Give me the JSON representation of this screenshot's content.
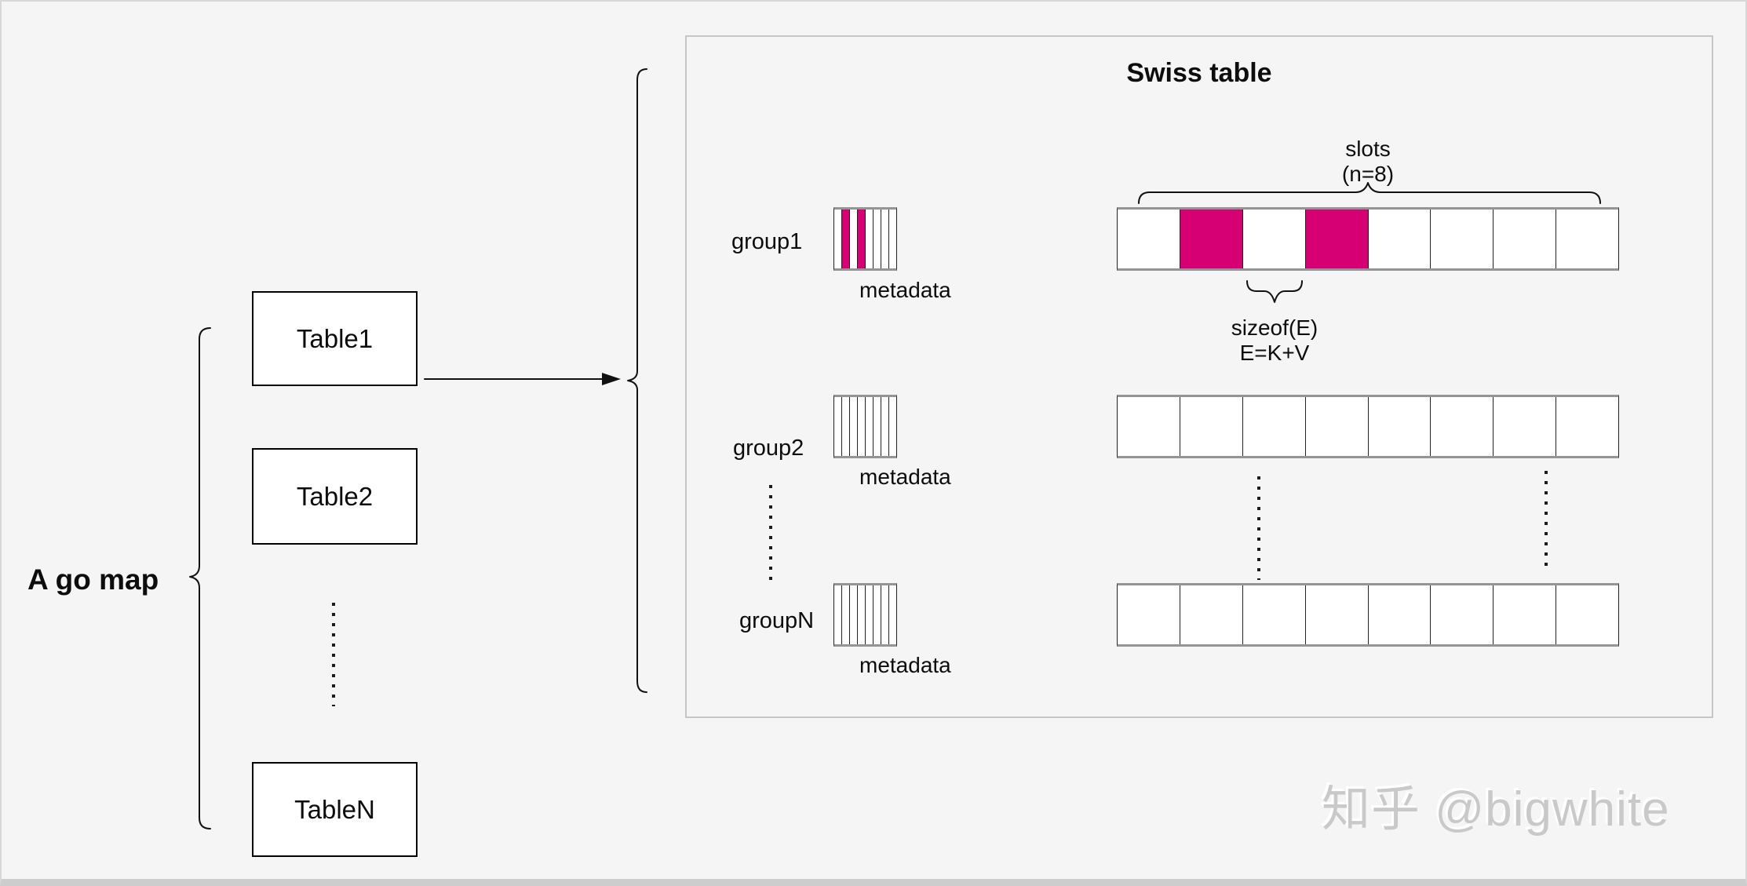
{
  "colors": {
    "background": "#f5f5f5",
    "accent_magenta": "#d60074",
    "box_border_gray": "#949494"
  },
  "left_panel": {
    "label": "A go map",
    "tables": [
      {
        "label": "Table1"
      },
      {
        "label": "Table2"
      },
      {
        "label": "TableN"
      }
    ]
  },
  "swiss_panel": {
    "title": "Swiss table",
    "slots_annotation": {
      "line1": "slots",
      "line2": "(n=8)"
    },
    "sizeof_annotation": {
      "line1": "sizeof(E)",
      "line2": "E=K+V"
    },
    "groups": [
      {
        "label": "group1",
        "metadata_caption": "metadata",
        "metadata_stripes": [
          0,
          1,
          0,
          1,
          0,
          0,
          0,
          0
        ],
        "slots": [
          0,
          1,
          0,
          1,
          0,
          0,
          0,
          0
        ]
      },
      {
        "label": "group2",
        "metadata_caption": "metadata",
        "metadata_stripes": [
          0,
          0,
          0,
          0,
          0,
          0,
          0,
          0
        ],
        "slots": [
          0,
          0,
          0,
          0,
          0,
          0,
          0,
          0
        ]
      },
      {
        "label": "groupN",
        "metadata_caption": "metadata",
        "metadata_stripes": [
          0,
          0,
          0,
          0,
          0,
          0,
          0,
          0
        ],
        "slots": [
          0,
          0,
          0,
          0,
          0,
          0,
          0,
          0
        ]
      }
    ]
  },
  "watermark": {
    "text": "知乎 @bigwhite"
  }
}
